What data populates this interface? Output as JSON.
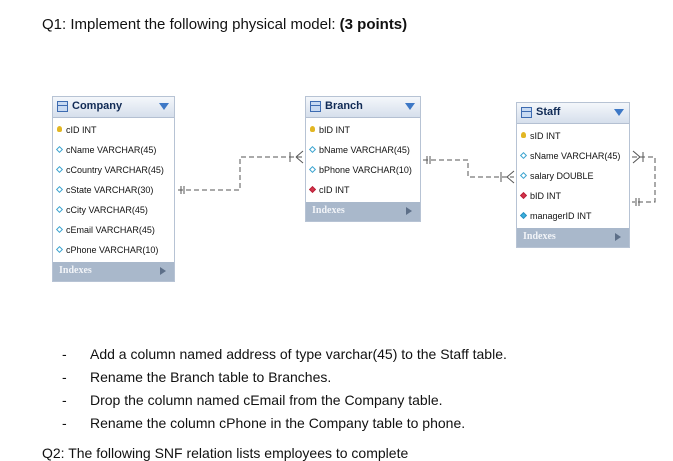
{
  "question": {
    "prefix": "Q1",
    "text": ": Implement the following physical model: ",
    "points": "(3 points)"
  },
  "tables": {
    "company": {
      "name": "Company",
      "columns": [
        {
          "label": "cID INT",
          "icon": "key-icon"
        },
        {
          "label": "cName VARCHAR(45)",
          "icon": "diamond-outline-icon"
        },
        {
          "label": "cCountry VARCHAR(45)",
          "icon": "diamond-outline-icon"
        },
        {
          "label": "cState VARCHAR(30)",
          "icon": "diamond-outline-icon"
        },
        {
          "label": "cCity VARCHAR(45)",
          "icon": "diamond-outline-icon"
        },
        {
          "label": "cEmail VARCHAR(45)",
          "icon": "diamond-outline-icon"
        },
        {
          "label": "cPhone VARCHAR(10)",
          "icon": "diamond-outline-icon"
        }
      ],
      "footer": "Indexes"
    },
    "branch": {
      "name": "Branch",
      "columns": [
        {
          "label": "bID INT",
          "icon": "key-icon"
        },
        {
          "label": "bName VARCHAR(45)",
          "icon": "diamond-outline-icon"
        },
        {
          "label": "bPhone VARCHAR(10)",
          "icon": "diamond-outline-icon"
        },
        {
          "label": "cID INT",
          "icon": "diamond-red-icon"
        }
      ],
      "footer": "Indexes"
    },
    "staff": {
      "name": "Staff",
      "columns": [
        {
          "label": "sID INT",
          "icon": "key-icon"
        },
        {
          "label": "sName VARCHAR(45)",
          "icon": "diamond-outline-icon"
        },
        {
          "label": "salary DOUBLE",
          "icon": "diamond-outline-icon"
        },
        {
          "label": "bID INT",
          "icon": "diamond-red-icon"
        },
        {
          "label": "managerID INT",
          "icon": "diamond-filled-icon"
        }
      ],
      "footer": "Indexes"
    }
  },
  "tasks": [
    "Add a column named address of type varchar(45) to the Staff table.",
    "Rename the Branch table to Branches.",
    "Drop the column named cEmail from the Company table.",
    "Rename the column cPhone in the Company table to phone."
  ],
  "dash": "-",
  "cut_off_text": "Q2: The following SNF relation lists employees to complete"
}
